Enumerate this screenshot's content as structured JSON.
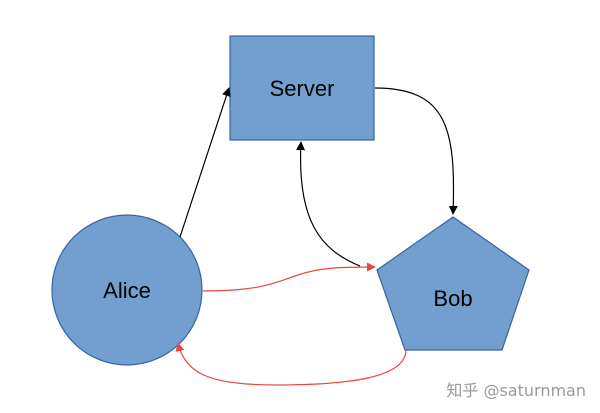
{
  "diagram": {
    "nodes": {
      "server": {
        "label": "Server"
      },
      "alice": {
        "label": "Alice"
      },
      "bob": {
        "label": "Bob"
      }
    },
    "colors": {
      "node_fill": "#729fcf",
      "node_stroke": "#3465a4",
      "black_edge": "#000000",
      "red_edge": "#e8473f"
    }
  },
  "watermark": {
    "text": "知乎 @saturnman"
  }
}
